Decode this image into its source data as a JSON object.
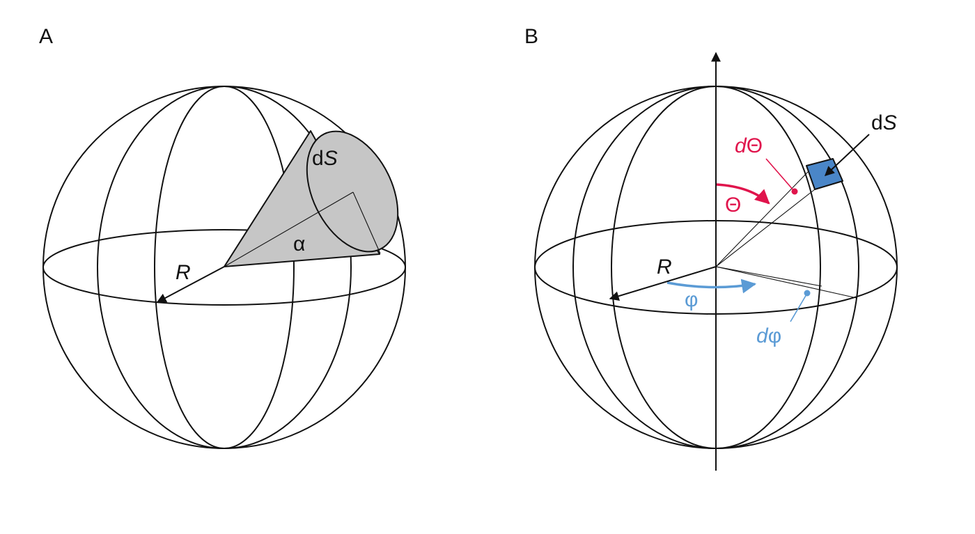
{
  "panels": {
    "a": {
      "label": "A",
      "radius_label": "R",
      "surface_label_prefix": "d",
      "surface_label_var": "S",
      "angle_label": "α"
    },
    "b": {
      "label": "B",
      "radius_label": "R",
      "surface_label_prefix": "d",
      "surface_label_var": "S",
      "theta_label": "Θ",
      "dtheta_prefix": "d",
      "dtheta_var": "Θ",
      "phi_label": "φ",
      "dphi_prefix": "d",
      "dphi_var": "φ"
    }
  },
  "colors": {
    "ink": "#111111",
    "cone_fill": "#c6c6c6",
    "theta_color": "#e0144c",
    "phi_color": "#5b9bd5",
    "surface_patch": "#4a86c8"
  }
}
